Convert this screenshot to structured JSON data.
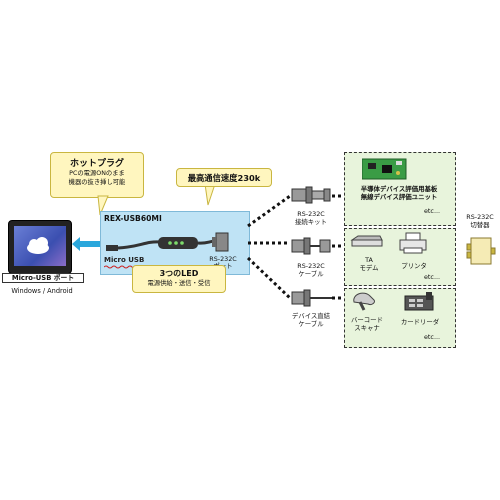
{
  "hotplug": {
    "title": "ホットプラグ",
    "line1": "PCの電源ONのまま",
    "line2": "機器の抜き挿し可能"
  },
  "speed": {
    "title": "最高通信速度230k"
  },
  "tablet": {
    "port_label": "Micro-USB ポート",
    "os_label": "Windows / Android"
  },
  "product": {
    "model": "REX-USB60MI",
    "micro_usb_label": "Micro USB",
    "rs232c_port_line1": "RS-232C",
    "rs232c_port_line2": "ポート"
  },
  "led": {
    "title": "3つのLED",
    "detail": "電源供給・送信・受信"
  },
  "connections": [
    {
      "line1": "RS-232C",
      "line2": "接続キット"
    },
    {
      "line1": "RS-232C",
      "line2": "ケーブル"
    },
    {
      "line1": "デバイス直結",
      "line2": "ケーブル"
    }
  ],
  "groups": [
    {
      "line1": "半導体デバイス評価用基板",
      "line2": "無線デバイス評価ユニット",
      "etc": "etc..."
    },
    {
      "item1": "TA",
      "item1b": "モデム",
      "item2": "プリンタ",
      "etc": "etc..."
    },
    {
      "item1": "バーコード",
      "item1b": "スキャナ",
      "item2": "カードリーダ",
      "etc": "etc..."
    }
  ],
  "switcher": {
    "line1": "RS-232C",
    "line2": "切替器"
  },
  "colors": {
    "blue_panel": "#bfe3f5",
    "green_panel": "#e8f4dc",
    "callout": "#fff6bf",
    "arrow": "#2aa7dc"
  }
}
